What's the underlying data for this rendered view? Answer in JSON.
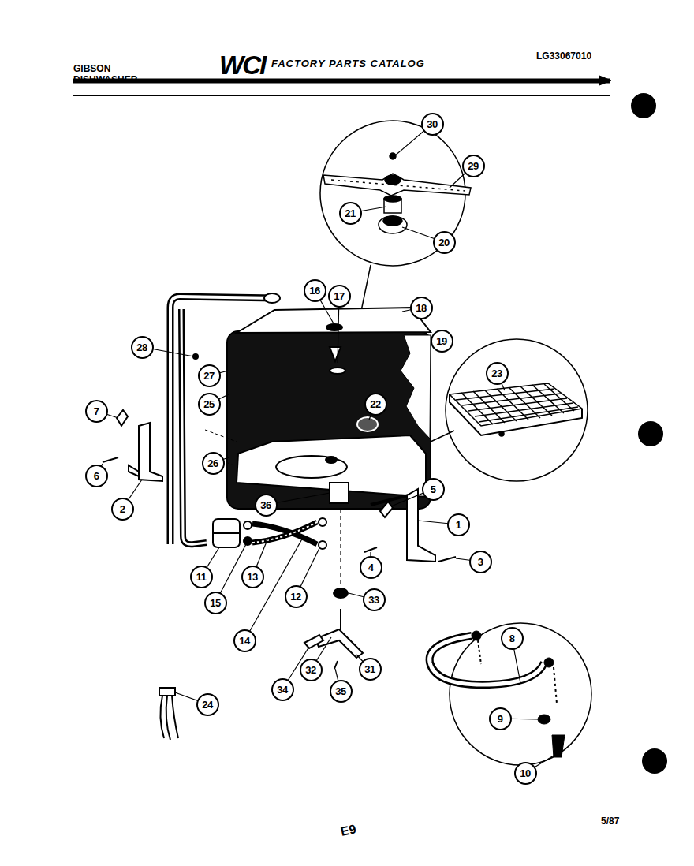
{
  "diagram": {
    "title": "FACTORY PARTS CATALOG",
    "nodes": [
      {
        "text": [
          "30"
        ]
      },
      {
        "text": [
          "29"
        ]
      },
      {
        "text": [
          "21"
        ]
      },
      {
        "text": [
          "20"
        ]
      },
      {
        "text": [
          "16"
        ]
      },
      {
        "text": [
          "17"
        ]
      },
      {
        "text": [
          "18"
        ]
      },
      {
        "text": [
          "19"
        ]
      },
      {
        "text": [
          "28"
        ]
      },
      {
        "text": [
          "23"
        ]
      },
      {
        "text": [
          "27"
        ]
      },
      {
        "text": [
          "25"
        ]
      },
      {
        "text": [
          "22"
        ]
      },
      {
        "text": [
          "7"
        ]
      },
      {
        "text": [
          "26"
        ]
      },
      {
        "text": [
          "6"
        ]
      },
      {
        "text": [
          "5"
        ]
      },
      {
        "text": [
          "36"
        ]
      },
      {
        "text": [
          "2"
        ]
      },
      {
        "text": [
          "1"
        ]
      },
      {
        "text": [
          "11"
        ]
      },
      {
        "text": [
          "13"
        ]
      },
      {
        "text": [
          "3"
        ]
      },
      {
        "text": [
          "4"
        ]
      },
      {
        "text": [
          "12"
        ]
      },
      {
        "text": [
          "15"
        ]
      },
      {
        "text": [
          "33"
        ]
      },
      {
        "text": [
          "14"
        ]
      },
      {
        "text": [
          "8"
        ]
      },
      {
        "text": [
          "32"
        ]
      },
      {
        "text": [
          "31"
        ]
      },
      {
        "text": [
          "34"
        ]
      },
      {
        "text": [
          "35"
        ]
      },
      {
        "text": [
          "24"
        ]
      },
      {
        "text": [
          "9"
        ]
      },
      {
        "text": [
          "10"
        ]
      }
    ],
    "labels": [
      "GIBSON",
      "DISHWASHER",
      "WCI",
      "LG33067010",
      "E9",
      "5/87"
    ]
  }
}
